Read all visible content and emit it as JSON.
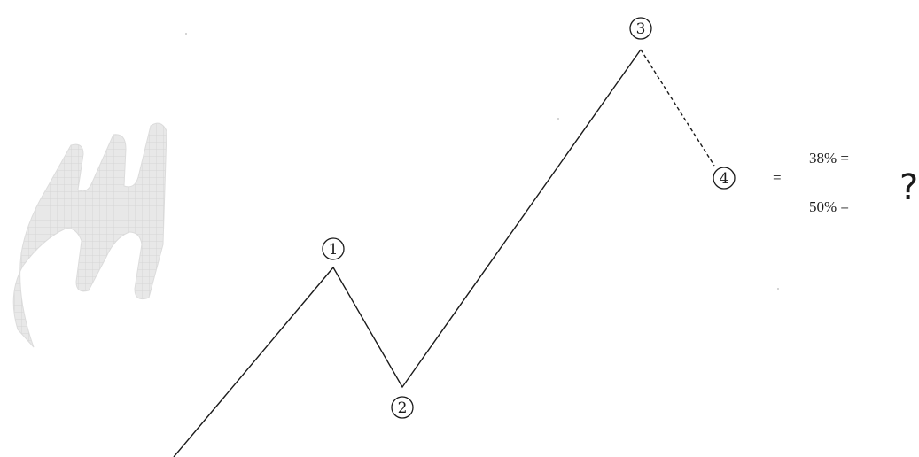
{
  "points": [
    {
      "label": "1"
    },
    {
      "label": "2"
    },
    {
      "label": "3"
    },
    {
      "label": "4"
    }
  ],
  "equals_sign": "=",
  "retracements": [
    {
      "text": "38% ="
    },
    {
      "text": "50% ="
    }
  ],
  "question_mark": "?",
  "colors": {
    "line": "#1a1a1a",
    "watermark": "#d6d6d6",
    "background": "#ffffff"
  }
}
